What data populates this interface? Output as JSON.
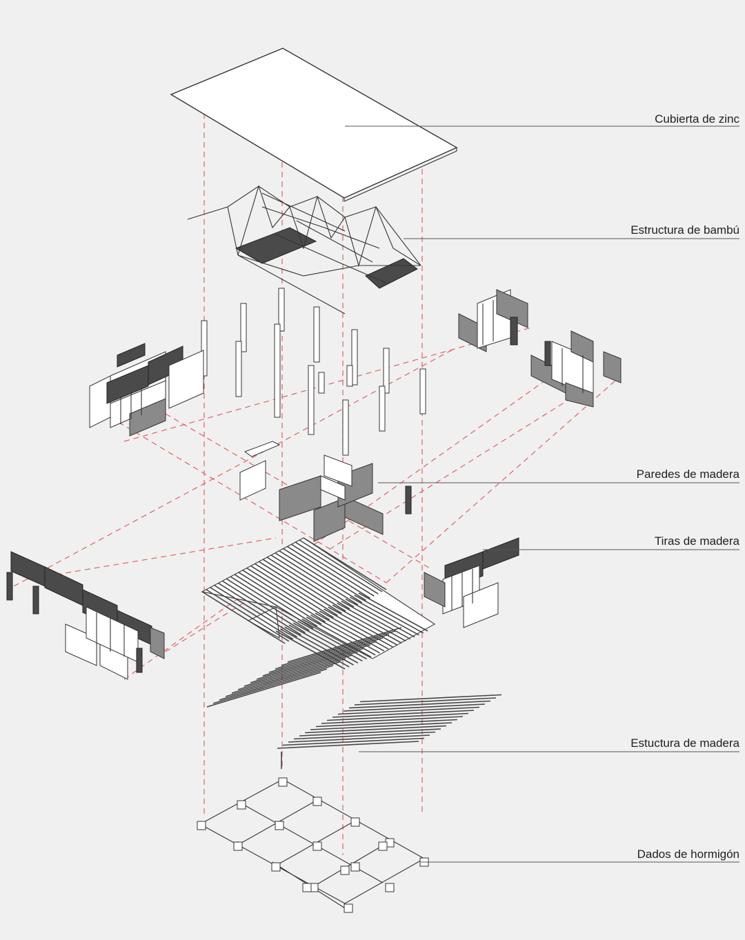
{
  "labels": {
    "roof": "Cubierta de zinc",
    "bamboo": "Estructura de bambú",
    "walls": "Paredes de madera",
    "strips": "Tiras de madera",
    "timber": "Estuctura de madera",
    "footings": "Dados de hormigón"
  },
  "colors": {
    "guide_lines": "#e06060",
    "line_art": "#333333",
    "panels_dark": "#4a4a4a",
    "panels_mid": "#8a8a8a",
    "background": "#f0f0f0"
  }
}
